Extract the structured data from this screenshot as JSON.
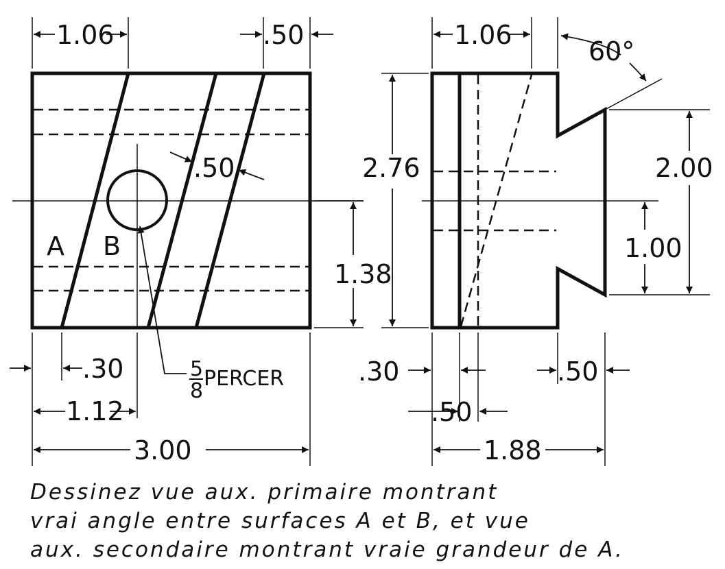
{
  "front_view": {
    "dims": {
      "top_left": "1.06",
      "top_right": ".50",
      "slot_width": ".50",
      "hole_center_height": "1.38",
      "offset_a": ".30",
      "hole_center_x": "1.12",
      "overall_width": "3.00"
    },
    "surface_labels": {
      "a": "A",
      "b": "B"
    },
    "hole_note": {
      "numerator": "5",
      "denominator": "8",
      "text": "PERCER"
    }
  },
  "side_view": {
    "dims": {
      "top": "1.06",
      "angle": "60°",
      "height": "2.76",
      "slot_span": "2.00",
      "slot_center": "1.00",
      "left_offset": ".30",
      "right_offset": ".50",
      "bottom_inner": ".50",
      "overall_depth": "1.88"
    }
  },
  "caption": {
    "line1": "Dessinez vue aux. primaire montrant",
    "line2": "vrai angle entre surfaces A et B, et vue",
    "line3": "aux. secondaire montrant vraie grandeur de A."
  }
}
